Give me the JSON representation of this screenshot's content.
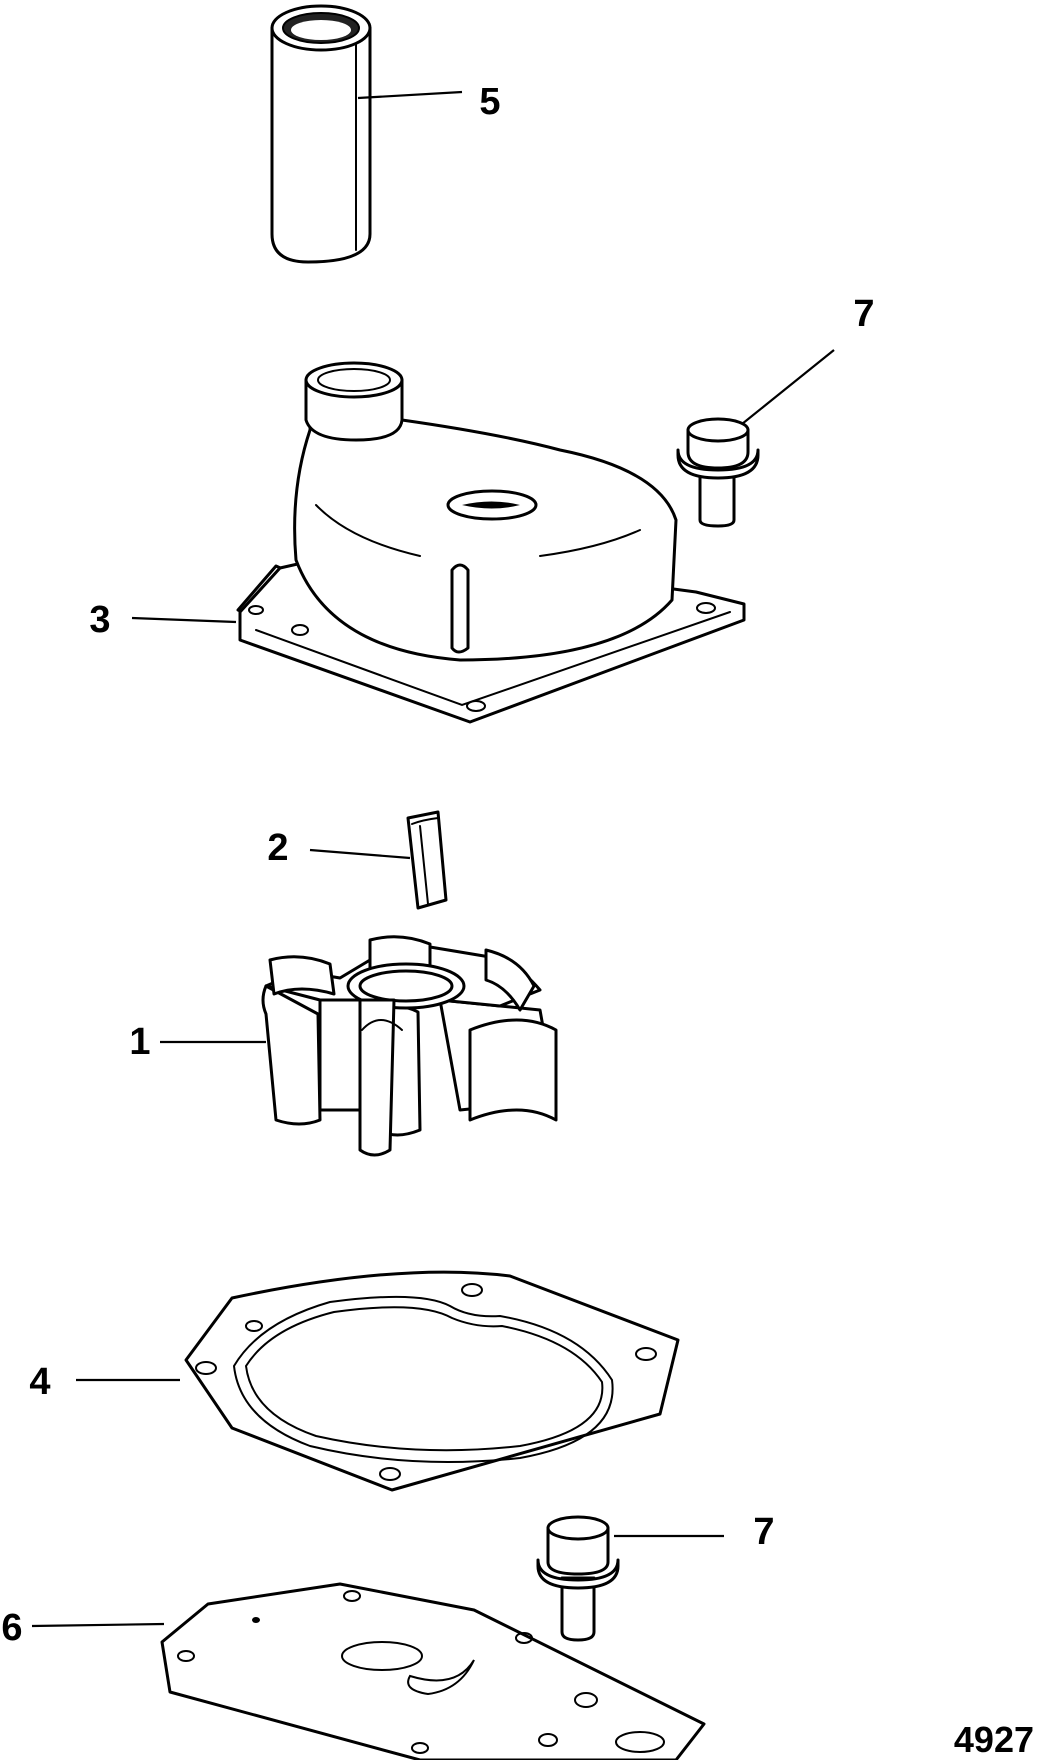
{
  "diagram": {
    "figure_number": "4927",
    "callouts": [
      {
        "id": "5",
        "part": "tube"
      },
      {
        "id": "7",
        "part": "bolt-upper"
      },
      {
        "id": "3",
        "part": "pump-housing"
      },
      {
        "id": "2",
        "part": "key"
      },
      {
        "id": "1",
        "part": "impeller"
      },
      {
        "id": "4",
        "part": "gasket"
      },
      {
        "id": "7",
        "part": "bolt-lower"
      },
      {
        "id": "6",
        "part": "plate"
      }
    ]
  }
}
